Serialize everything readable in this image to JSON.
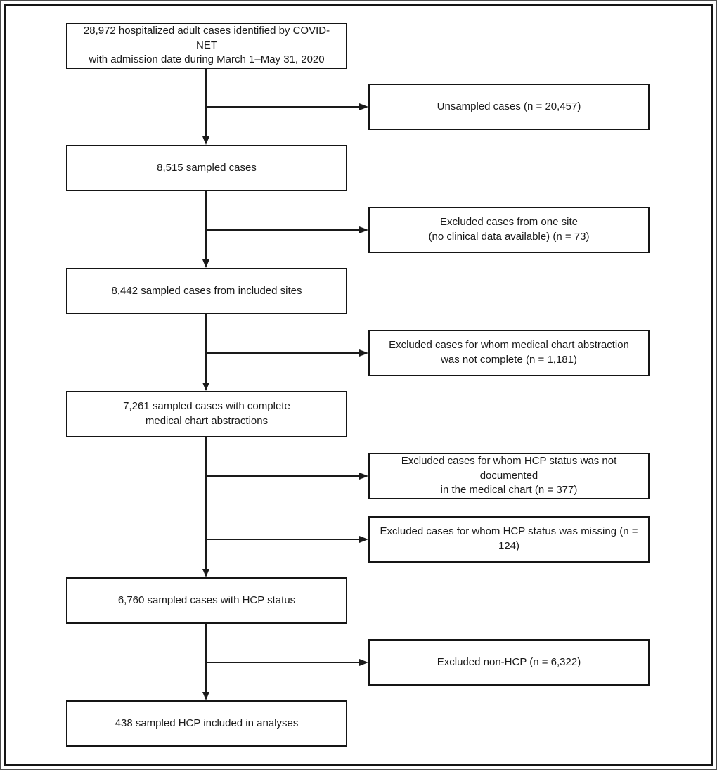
{
  "figure": {
    "type": "flowchart",
    "description": "Case sampling flow diagram for hospitalized adult COVID-NET cases and health care personnel (HCP)",
    "colors": {
      "line": "#1a1a1a",
      "text": "#1a1a1a",
      "background": "#ffffff",
      "frame_border": "#151515"
    },
    "main_flow": [
      {
        "id": "identified-cases",
        "text": "28,972 hospitalized adult cases identified by COVID-NET\nwith admission date during March 1–May 31, 2020"
      },
      {
        "id": "sampled-cases",
        "text": "8,515 sampled cases"
      },
      {
        "id": "included-sites",
        "text": "8,442 sampled cases from included sites"
      },
      {
        "id": "complete-abstractions",
        "text": "7,261 sampled cases with complete\nmedical chart abstractions"
      },
      {
        "id": "hcp-status",
        "text": "6,760 sampled cases with HCP status"
      },
      {
        "id": "final-analyses",
        "text": "438 sampled HCP included in analyses"
      }
    ],
    "exclusion_flow": [
      {
        "id": "unsampled",
        "text": "Unsampled cases (n = 20,457)"
      },
      {
        "id": "one-site",
        "text": "Excluded cases from one site\n(no clinical data available) (n = 73)"
      },
      {
        "id": "incomplete-abstraction",
        "text": "Excluded cases for whom medical chart abstraction\nwas not complete (n = 1,181)"
      },
      {
        "id": "status-not-documented",
        "text": "Excluded cases for whom HCP status was not documented\nin the medical chart (n = 377)"
      },
      {
        "id": "status-missing",
        "text": "Excluded cases for whom HCP status was missing (n = 124)"
      },
      {
        "id": "non-hcp",
        "text": "Excluded non-HCP (n = 6,322)"
      }
    ]
  }
}
